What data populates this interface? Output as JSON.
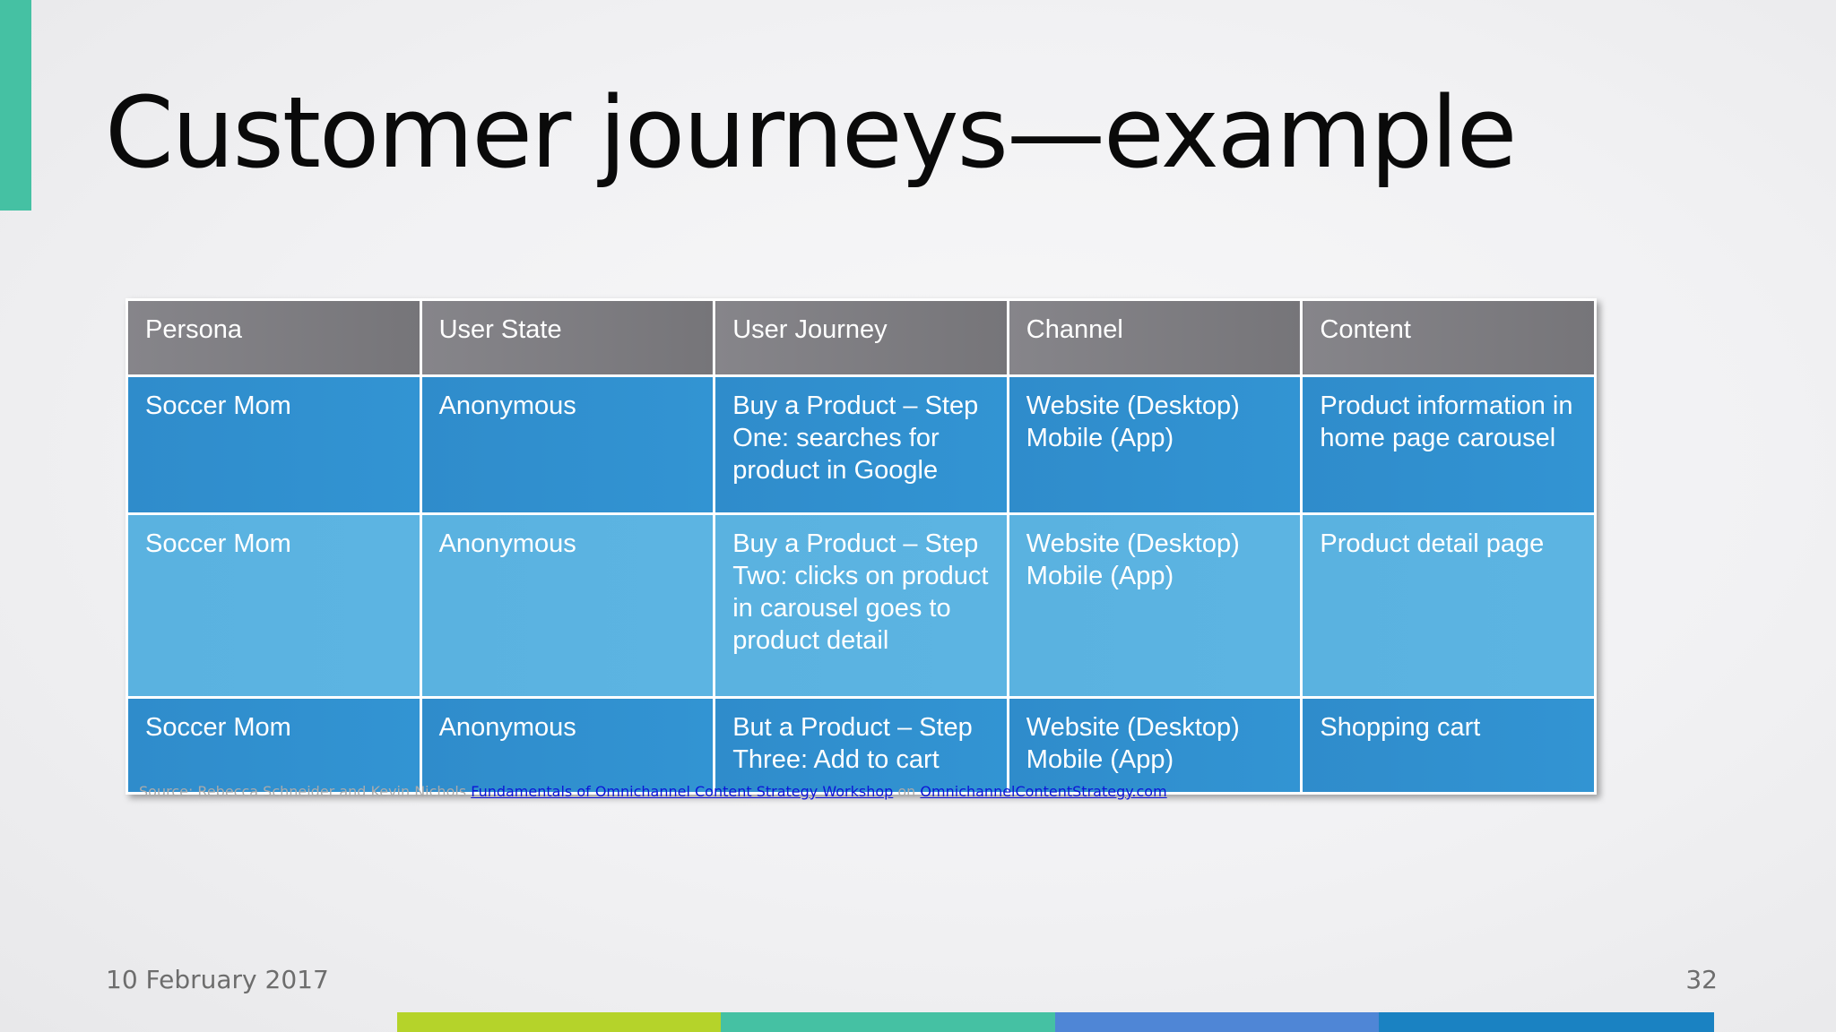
{
  "slide": {
    "title": "Customer journeys—example",
    "date": "10 February 2017",
    "page_number": "32"
  },
  "table": {
    "headers": [
      "Persona",
      "User State",
      "User Journey",
      "Channel",
      "Content"
    ],
    "rows": [
      [
        "Soccer Mom",
        "Anonymous",
        "Buy a Product – Step One: searches for product in Google",
        "Website (Desktop) Mobile (App)",
        "Product information in home page carousel"
      ],
      [
        "Soccer Mom",
        "Anonymous",
        "Buy a Product – Step Two: clicks on product in carousel goes to product detail",
        "Website (Desktop) Mobile (App)",
        "Product detail page"
      ],
      [
        "Soccer Mom",
        "Anonymous",
        "But a Product – Step Three: Add to cart",
        "Website (Desktop) Mobile (App)",
        "Shopping cart"
      ]
    ]
  },
  "source": {
    "prefix": "Source: Rebecca Schneider and Kevin Nichols",
    "link1": "Fundamentals of Omnichannel Content Strategy Workshop",
    "middle": "on",
    "link2": "OmnichannelContentStrategy.com"
  },
  "colors": {
    "accent": "#45c1a3",
    "header_gray": "#7e7d82",
    "row_dark_blue": "#3190cf",
    "row_light_blue": "#5bb3e1",
    "bottom_bar": [
      "#b5d32a",
      "#45c1a3",
      "#4f86d6",
      "#1a82c2"
    ]
  }
}
